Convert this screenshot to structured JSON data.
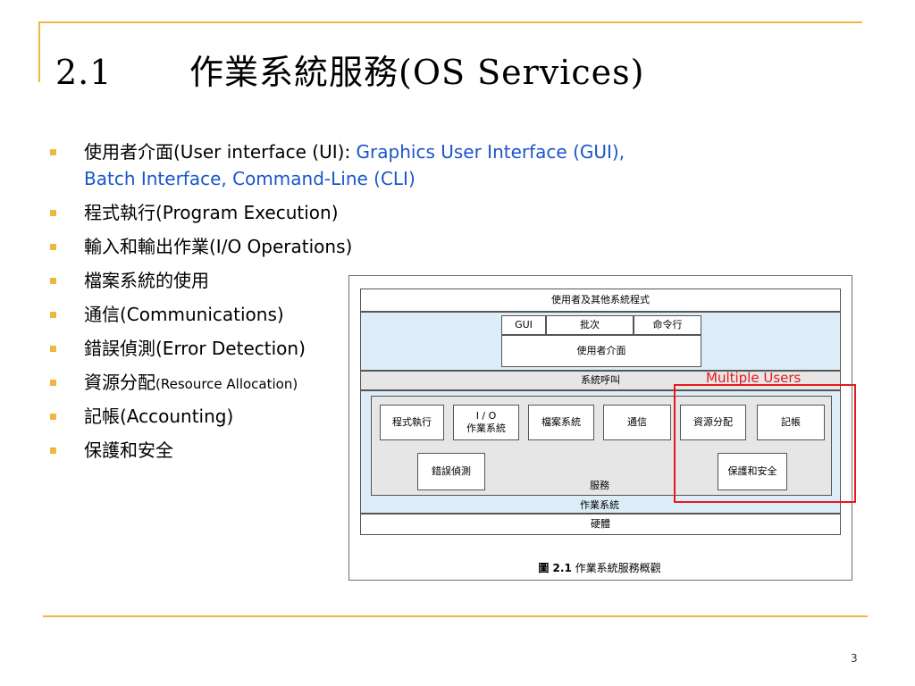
{
  "slide": {
    "title_num": "2.1",
    "title_text": "作業系統服務(OS Services)",
    "page_number": "3"
  },
  "bullets": [
    {
      "cjk": "使用者介面",
      "latin": "(User interface (UI): ",
      "blue": "Graphics User Interface (GUI),",
      "line2": "Batch Interface, Command-Line (CLI)"
    },
    {
      "cjk": "程式執行",
      "latin": "(Program Execution)"
    },
    {
      "cjk": "輸入和輸出作業",
      "latin": "(I/O Operations)"
    },
    {
      "cjk": "檔案系統的使用",
      "latin": ""
    },
    {
      "cjk": "通信",
      "latin": "(Communications)"
    },
    {
      "cjk": "錯誤偵測",
      "latin": "(Error Detection)"
    },
    {
      "cjk": "資源分配",
      "latin": "(Resource Allocation)"
    },
    {
      "cjk": "記帳",
      "latin": "(Accounting)"
    },
    {
      "cjk": "保護和安全",
      "latin": ""
    }
  ],
  "diagram": {
    "top_band": "使用者及其他系統程式",
    "ui_tabs": [
      "GUI",
      "批次",
      "命令行"
    ],
    "ui_label": "使用者介面",
    "syscall": "系統呼叫",
    "services_row1": [
      "程式執行",
      "I / O\n作業系統",
      "檔案系統",
      "通信",
      "資源分配",
      "記帳"
    ],
    "services_row2_left": "錯誤偵測",
    "services_row2_right": "保護和安全",
    "services_label": "服務",
    "os_label": "作業系統",
    "hardware": "硬體",
    "caption_prefix": "圖 2.1",
    "caption_text": "作業系統服務概觀",
    "annotation": "Multiple Users"
  },
  "colors": {
    "accent": "#f0b640",
    "link_blue": "#1b55c9",
    "highlight_red": "#e8191c",
    "band_blue": "#dcedf8"
  }
}
